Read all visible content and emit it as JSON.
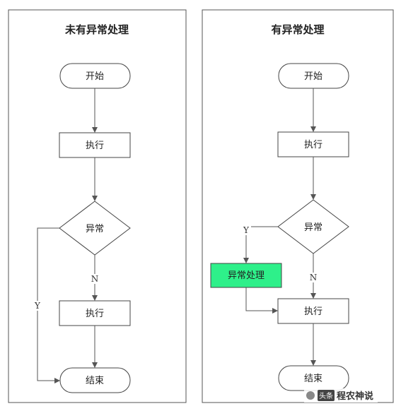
{
  "left_panel": {
    "title": "未有异常处理",
    "start": "开始",
    "execute1": "执行",
    "decision": "异常",
    "execute2": "执行",
    "end": "结束",
    "label_n": "N",
    "label_y": "Y"
  },
  "right_panel": {
    "title": "有异常处理",
    "start": "开始",
    "execute1": "执行",
    "decision": "异常",
    "handler": "异常处理",
    "execute2": "执行",
    "end": "结束",
    "label_n": "N",
    "label_y": "Y"
  },
  "watermark": {
    "tag": "头条",
    "name": "程农神说"
  },
  "colors": {
    "highlight": "#2ef08a",
    "stroke": "#444444"
  }
}
